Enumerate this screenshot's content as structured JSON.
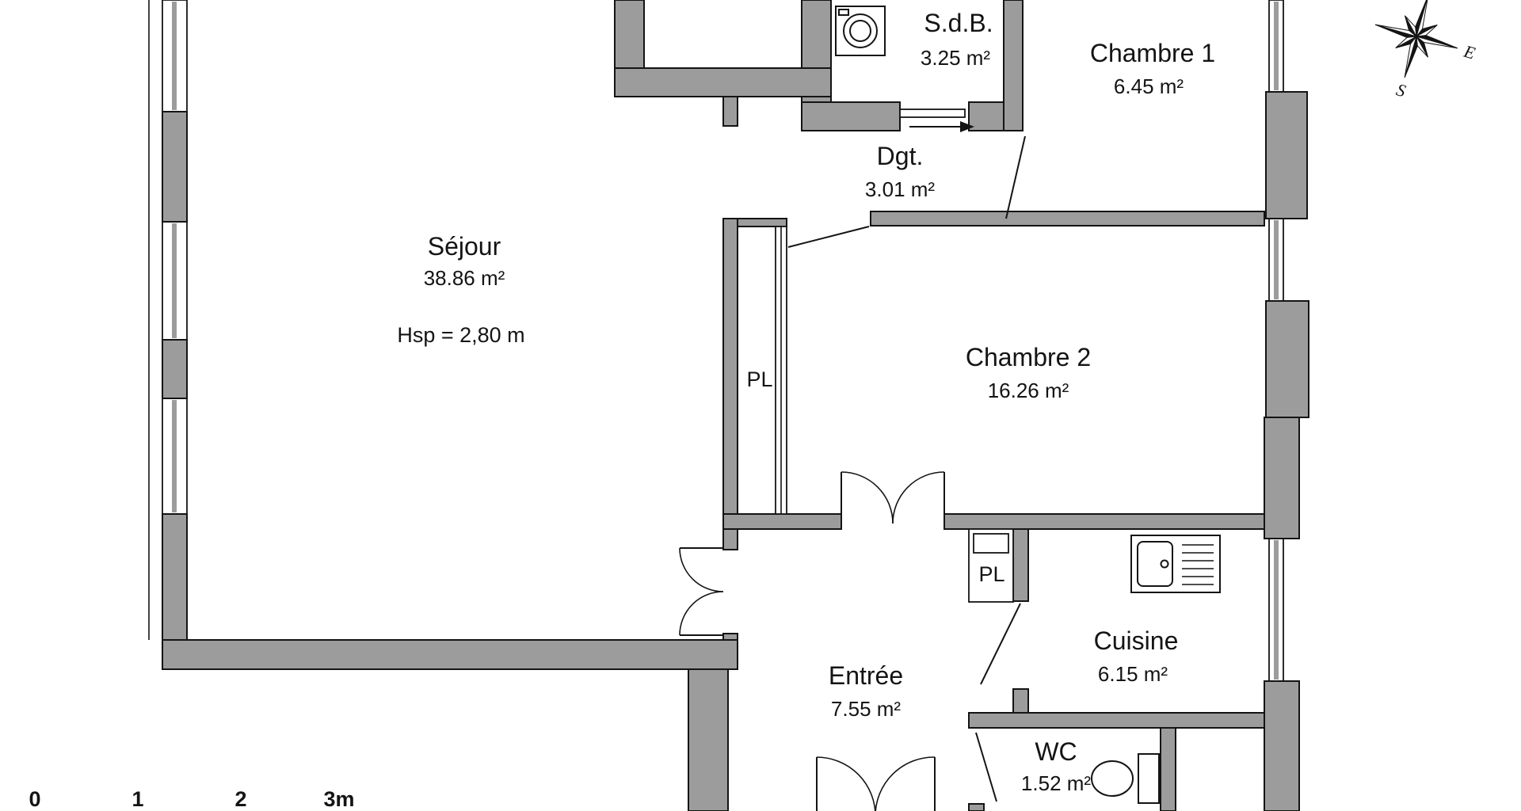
{
  "plan": {
    "rooms": {
      "sejour": {
        "label": "Séjour",
        "area": "38.86 m²",
        "ceiling": "Hsp = 2,80 m"
      },
      "sdb": {
        "label": "S.d.B.",
        "area": "3.25 m²"
      },
      "chambre1": {
        "label": "Chambre 1",
        "area": "6.45 m²"
      },
      "dgt": {
        "label": "Dgt.",
        "area": "3.01 m²"
      },
      "chambre2": {
        "label": "Chambre 2",
        "area": "16.26 m²"
      },
      "entree": {
        "label": "Entrée",
        "area": "7.55 m²"
      },
      "cuisine": {
        "label": "Cuisine",
        "area": "6.15 m²"
      },
      "wc": {
        "label": "WC",
        "area": "1.52 m²"
      },
      "placard1": {
        "label": "PL"
      },
      "placard2": {
        "label": "PL"
      }
    },
    "compass": {
      "east": "E",
      "south": "S"
    },
    "scale_bar": {
      "t0": "0",
      "t1": "1",
      "t2": "2",
      "t3": "3m"
    },
    "colors": {
      "wall": "#9c9c9c",
      "line": "#141414",
      "background": "#ffffff"
    }
  }
}
